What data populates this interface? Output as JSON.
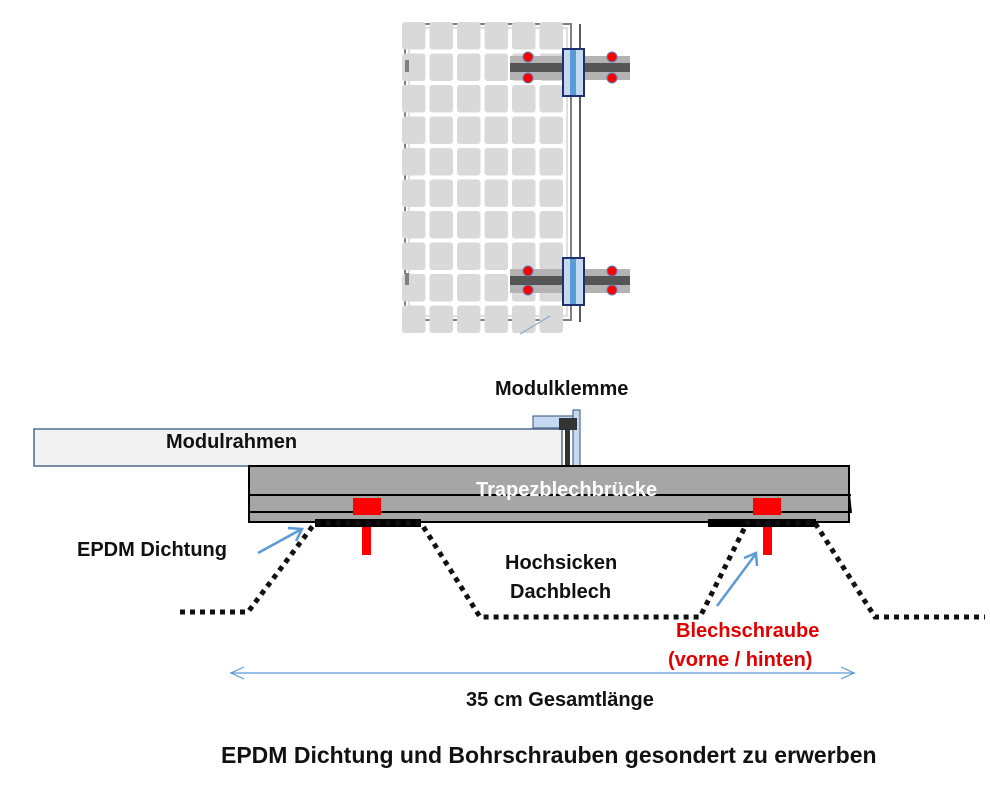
{
  "labels": {
    "modulklemme": "Modulklemme",
    "modulrahmen": "Modulrahmen",
    "trapezblechbruecke": "Trapezblechbrücke",
    "epdm_dichtung": "EPDM Dichtung",
    "hochsicken_line1": "Hochsicken",
    "hochsicken_line2": "Dachblech",
    "blechschraube_line1": "Blechschraube",
    "blechschraube_line2": "(vorne / hinten)",
    "gesamtlaenge": "35 cm Gesamtlänge",
    "footer_note": "EPDM Dichtung und Bohrschrauben gesondert zu erwerben"
  },
  "colors": {
    "screw_red": "#e00000",
    "arrow_blue": "#5b9bd5",
    "bridge_gray": "#a6a6a6",
    "frame_fill": "#f2f2f2",
    "clamp_blue": "#c5d9f1",
    "cell_gray": "#d9d9d9"
  }
}
